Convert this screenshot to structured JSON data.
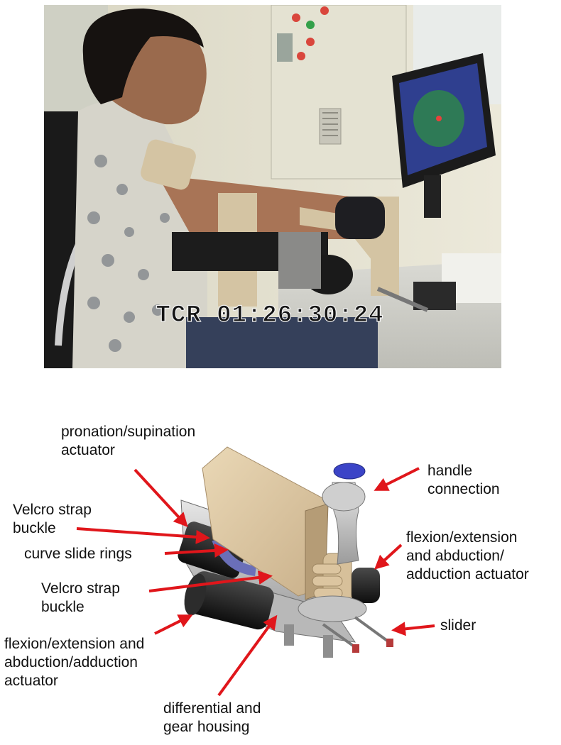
{
  "photo": {
    "timecode": "TCR 01:26:30:24"
  },
  "diagram": {
    "labels": {
      "pronation": "pronation/supination\nactuator",
      "handle": "handle\nconnection",
      "velcro_top": "Velcro strap\nbuckle",
      "curve": "curve slide rings",
      "velcro_mid": "Velcro strap\nbuckle",
      "flexion_right": "flexion/extension\nand abduction/\nadduction actuator",
      "slider": "slider",
      "flexion_left": "flexion/extension and\nabduction/adduction\nactuator",
      "differential": "differential and\ngear housing"
    },
    "arrow_color": "#e0161b"
  }
}
